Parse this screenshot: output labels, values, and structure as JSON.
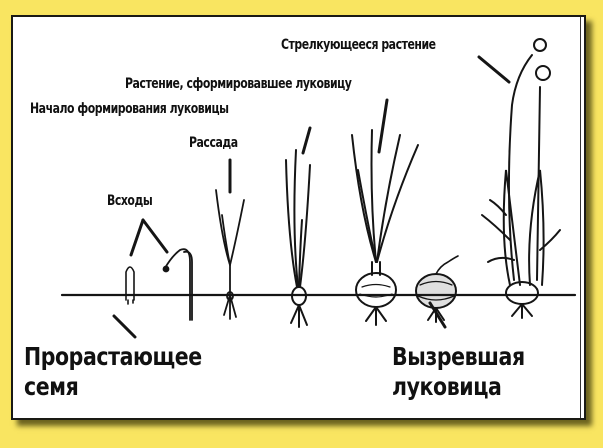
{
  "diagram": {
    "title": "Onion growth stages",
    "colors": {
      "background": "#f9e561",
      "panel": "#ffffff",
      "ink": "#111111"
    },
    "labels": {
      "shooting_plant": "Стрелкующееся растение",
      "plant_formed_bulb": "Растение, сформировавшее луковицу",
      "bulb_start": "Начало формирования луковицы",
      "seedling": "Рассада",
      "sprouts": "Всходы",
      "germinating_seed_line1": "Прорастающее",
      "germinating_seed_line2": "семя",
      "ripe_bulb_line1": "Вызревшая",
      "ripe_bulb_line2": "луковица"
    },
    "stages": [
      {
        "id": "germinating-seed",
        "label_ref": "germinating_seed"
      },
      {
        "id": "sprouts",
        "label_ref": "sprouts"
      },
      {
        "id": "seedling",
        "label_ref": "seedling"
      },
      {
        "id": "bulb-start",
        "label_ref": "bulb_start"
      },
      {
        "id": "plant-formed-bulb",
        "label_ref": "plant_formed_bulb"
      },
      {
        "id": "ripe-bulb",
        "label_ref": "ripe_bulb"
      },
      {
        "id": "shooting-plant",
        "label_ref": "shooting_plant"
      }
    ]
  }
}
